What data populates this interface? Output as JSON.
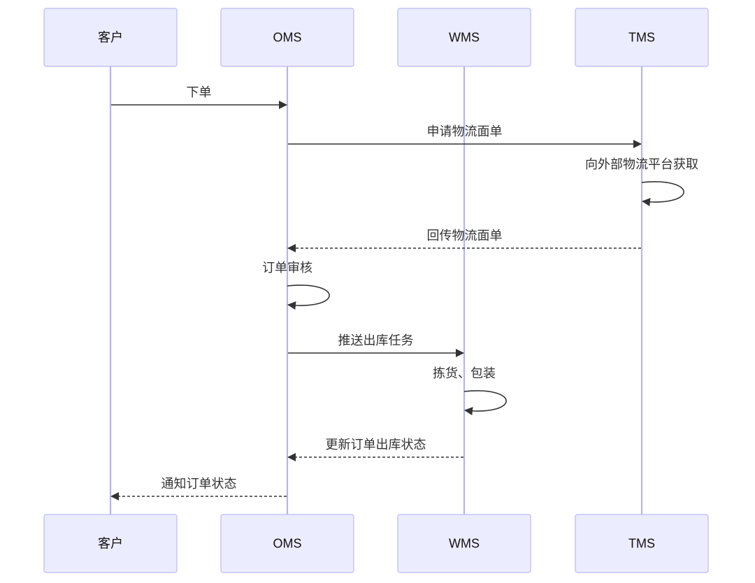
{
  "diagram": {
    "type": "sequence",
    "colors": {
      "actor_fill": "#ECECFF",
      "actor_border": "#b9b9f5",
      "lifeline": "#b4b4f0",
      "arrow": "#333333"
    },
    "actors": [
      {
        "id": "customer",
        "label": "客户"
      },
      {
        "id": "oms",
        "label": "OMS"
      },
      {
        "id": "wms",
        "label": "WMS"
      },
      {
        "id": "tms",
        "label": "TMS"
      }
    ],
    "messages": [
      {
        "from": "customer",
        "to": "oms",
        "label": "下单",
        "style": "solid"
      },
      {
        "from": "oms",
        "to": "tms",
        "label": "申请物流面单",
        "style": "solid"
      },
      {
        "from": "tms",
        "to": "tms",
        "label": "向外部物流平台获取",
        "style": "solid"
      },
      {
        "from": "tms",
        "to": "oms",
        "label": "回传物流面单",
        "style": "dashed"
      },
      {
        "from": "oms",
        "to": "oms",
        "label": "订单审核",
        "style": "solid"
      },
      {
        "from": "oms",
        "to": "wms",
        "label": "推送出库任务",
        "style": "solid"
      },
      {
        "from": "wms",
        "to": "wms",
        "label": "拣货、包装",
        "style": "solid"
      },
      {
        "from": "wms",
        "to": "oms",
        "label": "更新订单出库状态",
        "style": "dashed"
      },
      {
        "from": "oms",
        "to": "customer",
        "label": "通知订单状态",
        "style": "dashed"
      }
    ]
  }
}
